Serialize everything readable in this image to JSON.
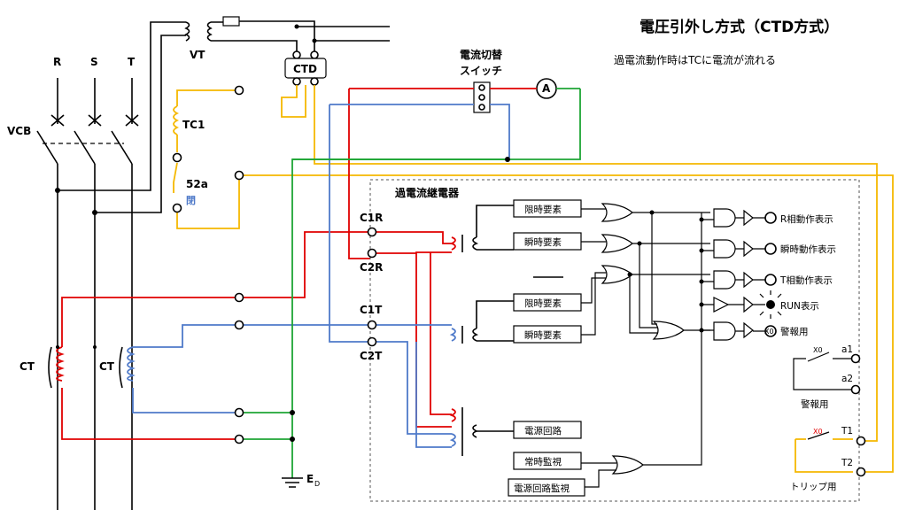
{
  "title": "電圧引外し方式（CTD方式）",
  "subtitle": "過電流動作時はTCに電流が流れる",
  "phases": [
    "R",
    "S",
    "T"
  ],
  "labels": {
    "vcb": "VCB",
    "vt": "VT",
    "ctd": "CTD",
    "tc1": "TC1",
    "sw52a": "52a",
    "sw52a_state": "閉",
    "ct_left": "CT",
    "ct_right": "CT",
    "ed": "E",
    "ed_sub": "D",
    "current_switch_line1": "電流切替",
    "current_switch_line2": "スイッチ",
    "ammeter": "A",
    "relay_title": "過電流継電器",
    "c1r": "C1R",
    "c2r": "C2R",
    "c1t": "C1T",
    "c2t": "C2T",
    "x0": "X0",
    "a1": "a1",
    "a2": "a2",
    "alarm_use": "警報用",
    "t1": "T1",
    "t2": "T2",
    "trip_use": "トリップ用"
  },
  "blocks": {
    "timed_r": "限時要素",
    "inst_r": "瞬時要素",
    "timed_t": "限時要素",
    "inst_t": "瞬時要素",
    "power_circuit": "電源回路",
    "always_monitor": "常時監視",
    "power_monitor": "電源回路監視"
  },
  "indicators": [
    "R相動作表示",
    "瞬時動作表示",
    "T相動作表示",
    "RUN表示",
    "警報用"
  ]
}
